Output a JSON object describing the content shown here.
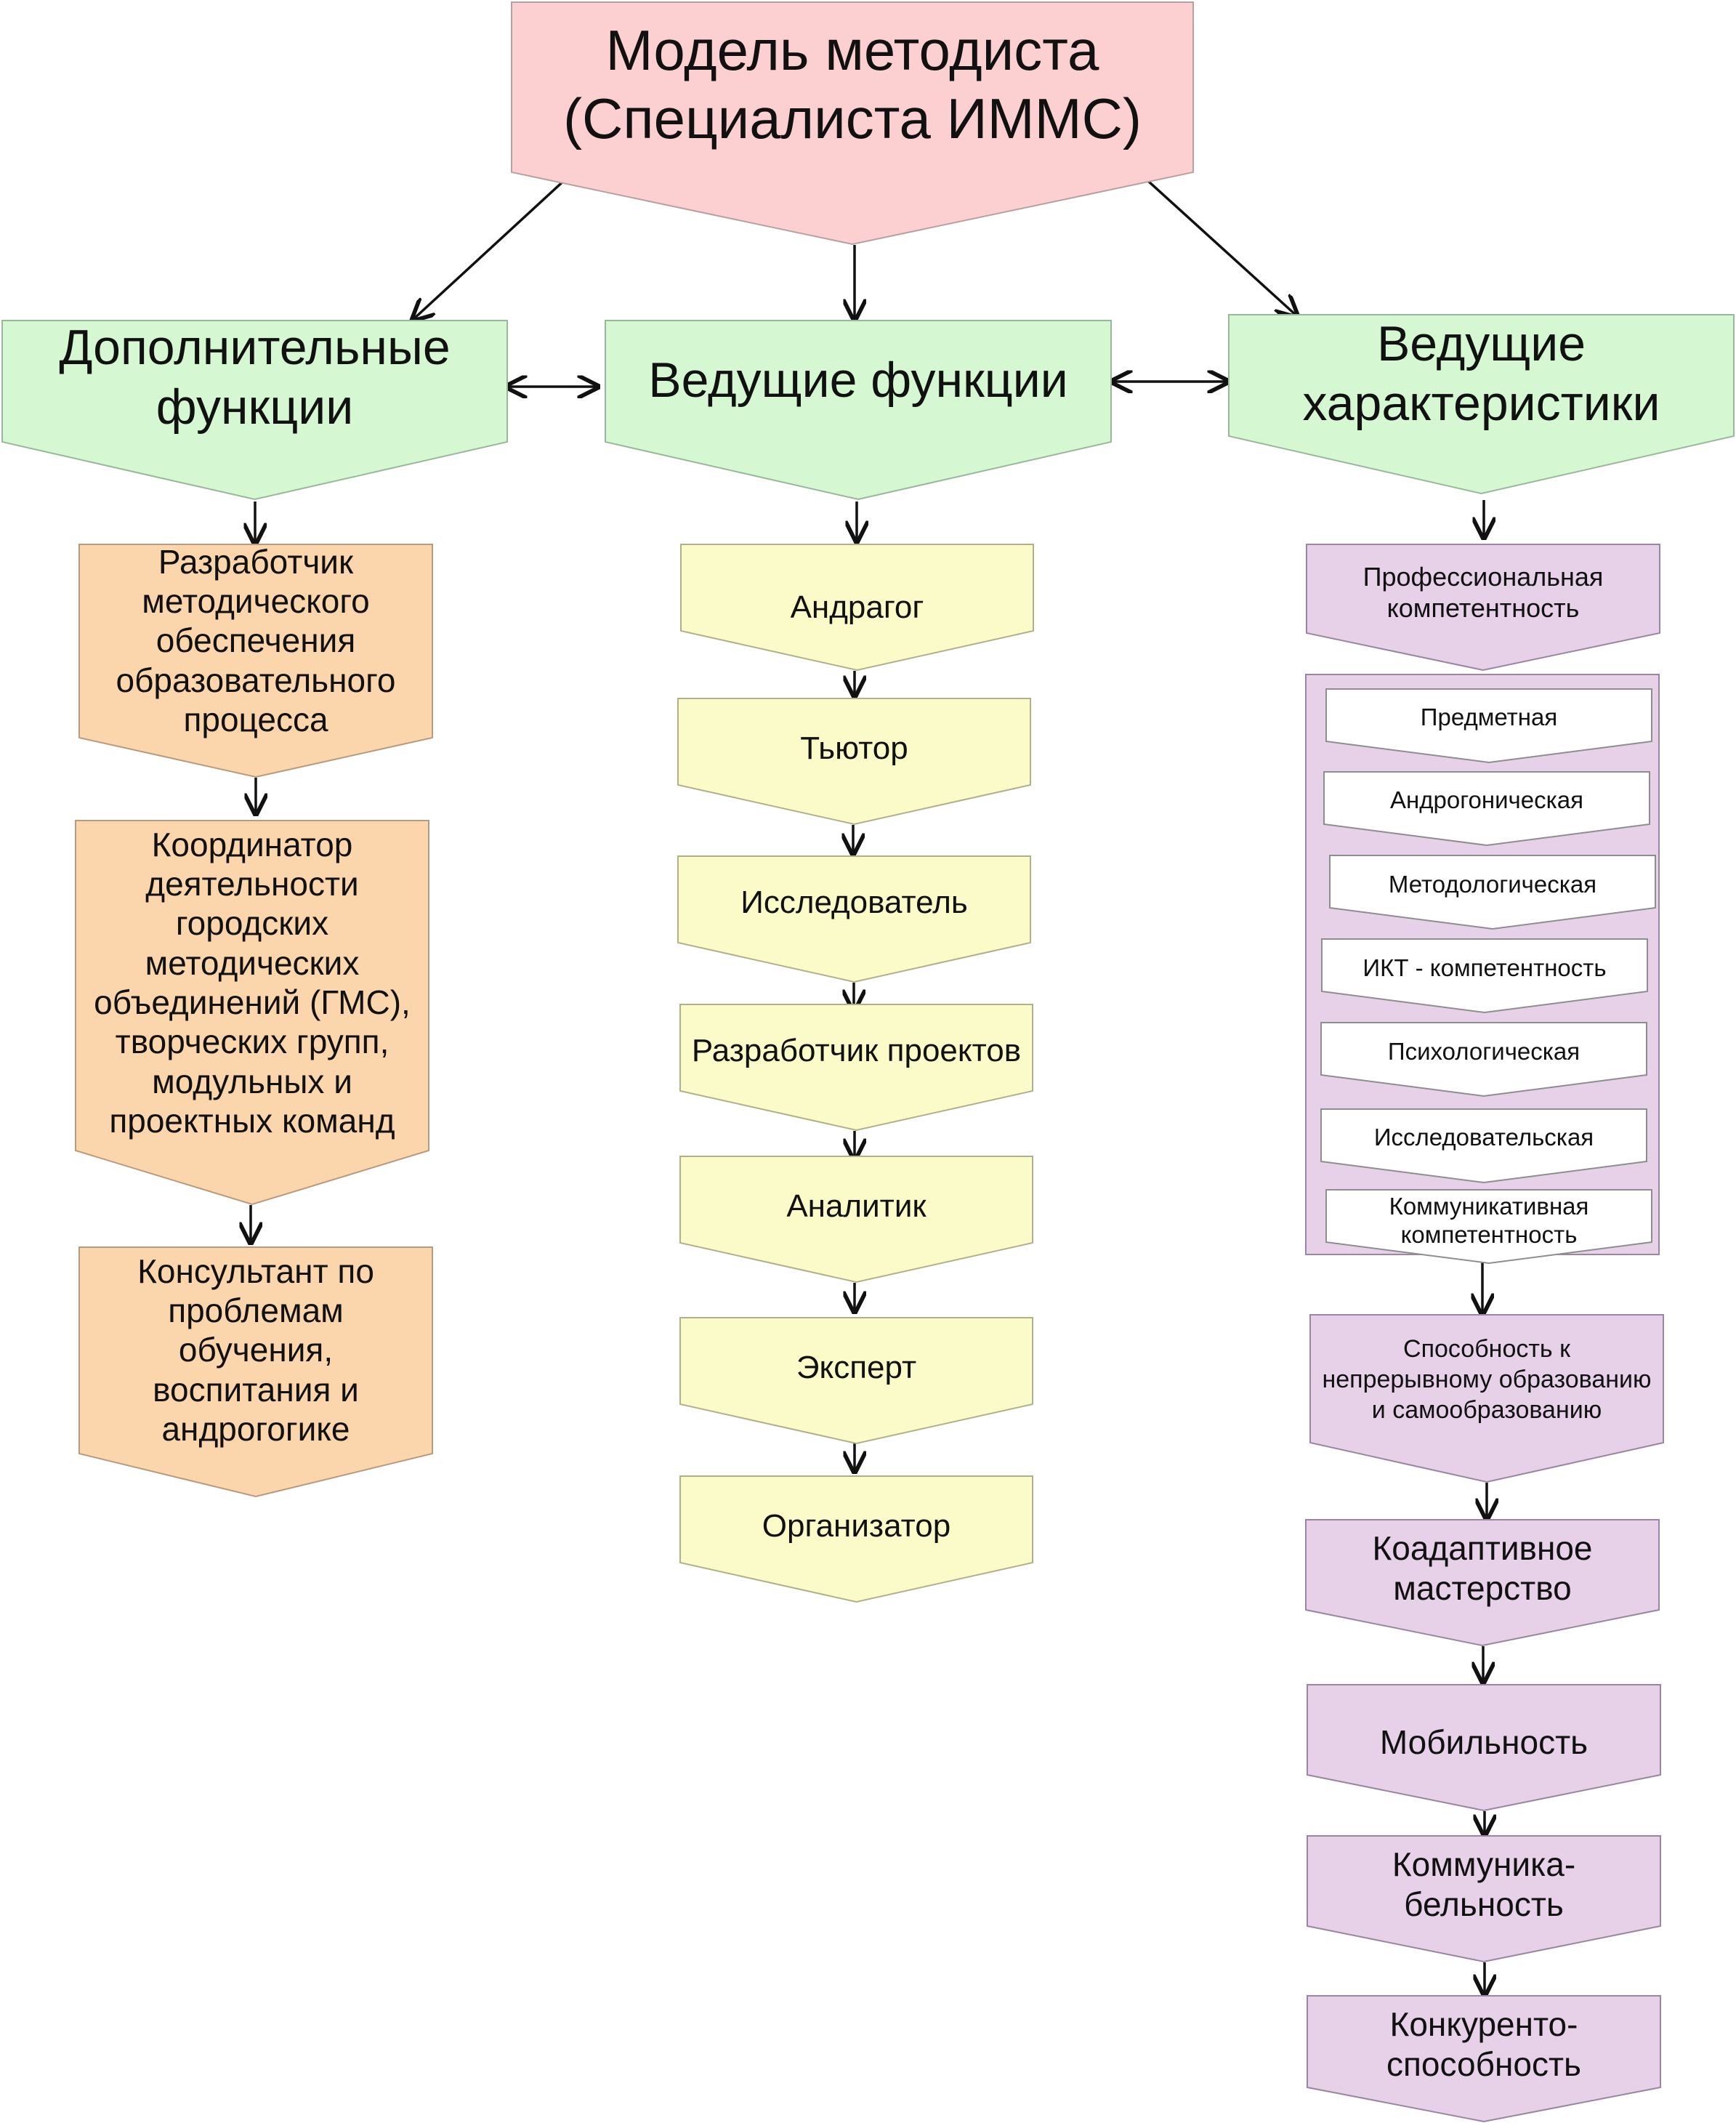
{
  "colors": {
    "root_fill": "#fcd0d0",
    "root_stroke": "#b8a0a0",
    "head_fill": "#d5f8d3",
    "head_stroke": "#9bb79b",
    "orange_fill": "#fbd6ad",
    "orange_stroke": "#b89a7e",
    "yellow_fill": "#fbfbc9",
    "yellow_stroke": "#b0b08a",
    "purple_fill": "#e6d1e8",
    "purple_stroke": "#9a86a2",
    "white_fill": "#ffffff",
    "white_stroke": "#8e8e8e",
    "arrow": "#111111"
  },
  "root": {
    "line1": "Модель методиста",
    "line2": "(Специалиста ИММС)"
  },
  "headers": {
    "additional": {
      "line1": "Дополнительные",
      "line2": "функции"
    },
    "leading_functions": {
      "line1": "Ведущие функции"
    },
    "leading_characteristics": {
      "line1": "Ведущие",
      "line2": "характеристики"
    }
  },
  "additional_functions": [
    {
      "text": "Разработчик методического обеспечения образовательного процесса"
    },
    {
      "text": "Координатор деятельности городских методических объединений (ГМС), творческих групп, модульных и проектных команд"
    },
    {
      "text": "Консультант по проблемам обучения, воспитания и андрогогике"
    }
  ],
  "leading_functions": [
    {
      "text": "Андрагог"
    },
    {
      "text": "Тьютор"
    },
    {
      "text": "Исследователь"
    },
    {
      "text": "Разработчик проектов"
    },
    {
      "text": "Аналитик"
    },
    {
      "text": "Эксперт"
    },
    {
      "text": "Организатор"
    }
  ],
  "characteristics": {
    "professional": {
      "text": "Профессиональная компетентность"
    },
    "competences": [
      {
        "text": "Предметная"
      },
      {
        "text": "Андрогоническая"
      },
      {
        "text": "Методологическая"
      },
      {
        "text": "ИКТ - компетентность"
      },
      {
        "text": "Психологическая"
      },
      {
        "text": "Исследовательская"
      },
      {
        "text": "Коммуникативная компетентность"
      }
    ],
    "others": [
      {
        "text": "Способность к непрерывному образованию и самообразованию"
      },
      {
        "text": "Коадаптивное мастерство"
      },
      {
        "text": "Мобильность"
      },
      {
        "text": "Коммуника-бельность"
      },
      {
        "text": "Конкуренто-способность"
      }
    ]
  }
}
